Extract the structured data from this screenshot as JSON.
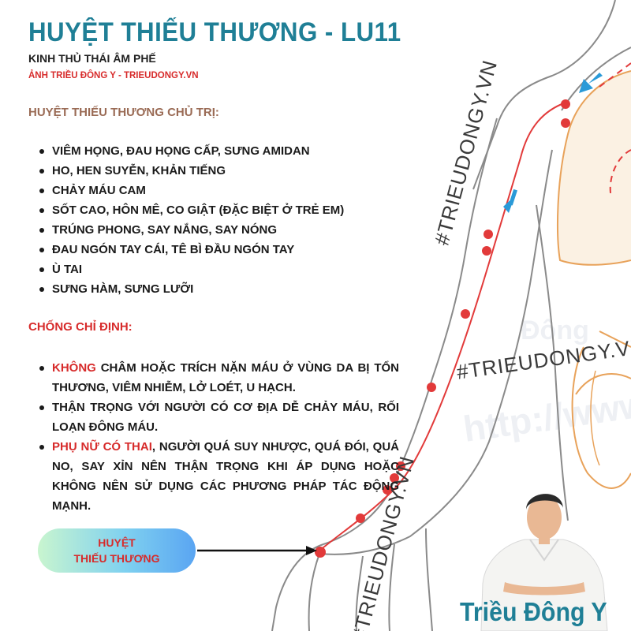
{
  "title": "HUYỆT THIẾU THƯƠNG - LU11",
  "subtitle": "KINH THỦ THÁI ÂM PHẾ",
  "credit": "ẢNH TRIỀU ĐÔNG Y - TRIEUDONGY.VN",
  "indications": {
    "heading": "HUYỆT THIẾU THƯƠNG CHỦ TRỊ:",
    "items": [
      "VIÊM HỌNG, ĐAU HỌNG CẤP, SƯNG AMIDAN",
      "HO, HEN SUYỄN, KHẢN TIẾNG",
      "CHẢY MÁU CAM",
      "SỐT CAO, HÔN MÊ, CO GIẬT (ĐẶC BIỆT Ở TRẺ EM)",
      "TRÚNG PHONG, SAY NẮNG, SAY NÓNG",
      "ĐAU NGÓN TAY CÁI, TÊ BÌ ĐẦU NGÓN TAY",
      "Ù TAI",
      "SƯNG HÀM, SƯNG LƯỠI"
    ]
  },
  "contraindications": {
    "heading": "CHỐNG CHỈ ĐỊNH:",
    "items": [
      {
        "highlight": "KHÔNG",
        "text": " CHÂM HOẶC TRÍCH NẶN MÁU Ở VÙNG DA BỊ TỔN THƯƠNG, VIÊM NHIỄM, LỞ LOÉT, U HẠCH."
      },
      {
        "highlight": "",
        "text": "THẬN TRỌNG VỚI NGƯỜI CÓ CƠ ĐỊA DỄ CHẢY MÁU, RỐI LOẠN ĐÔNG MÁU."
      },
      {
        "highlight": "PHỤ NỮ CÓ THAI",
        "text": ", NGƯỜI QUÁ SUY NHƯỢC, QUÁ ĐÓI, QUÁ NO, SAY XỈN NÊN THẬN TRỌNG KHI ÁP DỤNG HOẶC KHÔNG NÊN SỬ DỤNG CÁC PHƯƠNG PHÁP TÁC ĐỘNG MẠNH."
      }
    ]
  },
  "label_pill": {
    "line1": "HUYỆT",
    "line2": "THIẾU THƯƠNG"
  },
  "watermarks": [
    "#TRIEUDONGY.VN",
    "#TRIEUDONGY.VN",
    "#TRIEUDONGY.VN"
  ],
  "brand": "Triều Đông Y",
  "colors": {
    "title": "#1f7f96",
    "accent_red": "#d72b2b",
    "meridian": "#e23a3a",
    "arrow_blue": "#2a9ad8",
    "organ_outline": "#e8a25a"
  }
}
